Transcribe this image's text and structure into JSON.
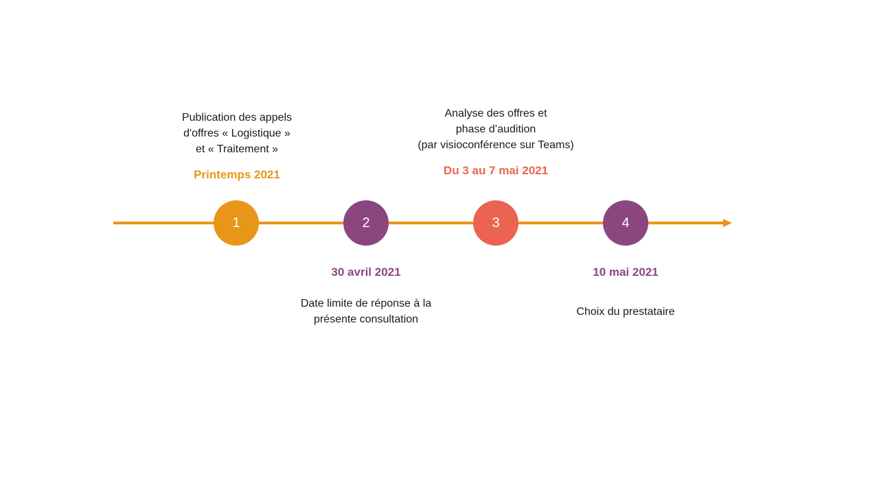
{
  "colors": {
    "line": "#E8961A",
    "orange": "#E8961A",
    "purple": "#8B4680",
    "coral": "#EB6450"
  },
  "milestones": [
    {
      "number": "1",
      "date": "Printemps 2021",
      "description": [
        "Publication des appels",
        "d'offres « Logistique »",
        "et « Traitement »"
      ]
    },
    {
      "number": "2",
      "date": "30 avril 2021",
      "description": [
        "Date limite de réponse à la",
        "présente consultation"
      ]
    },
    {
      "number": "3",
      "date": "Du 3 au 7 mai 2021",
      "description": [
        "Analyse des offres et",
        "phase d’audition",
        "(par visioconférence sur Teams)"
      ]
    },
    {
      "number": "4",
      "date": "10 mai 2021",
      "description": [
        "Choix du prestataire"
      ]
    }
  ]
}
